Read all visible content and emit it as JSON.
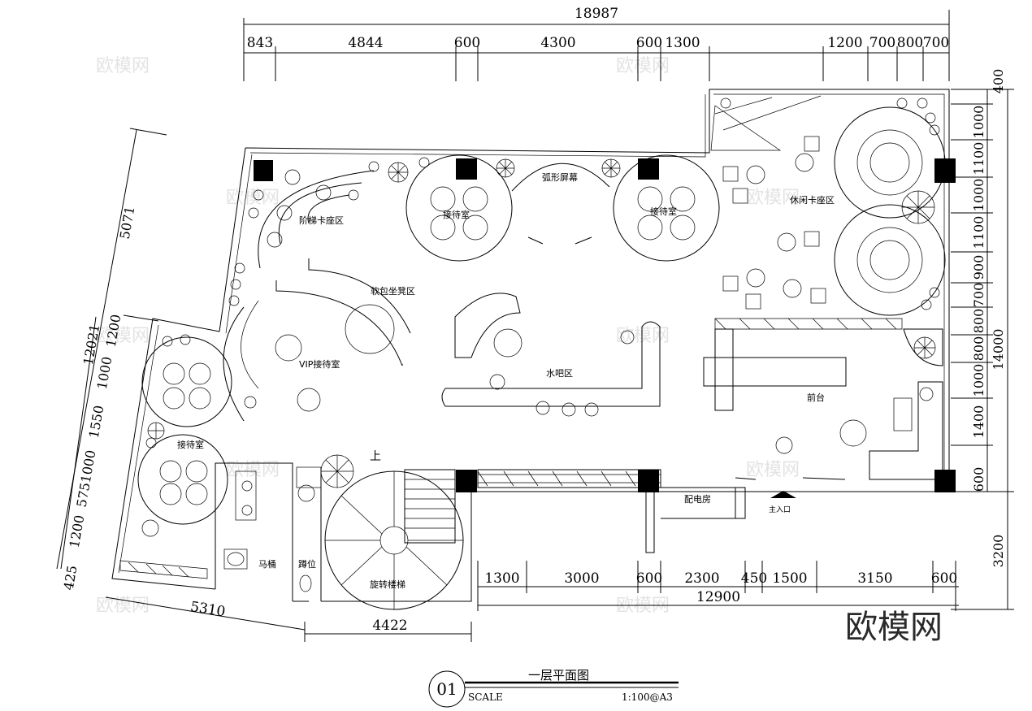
{
  "drawing": {
    "title": "一层平面图",
    "number": "01",
    "scale_label": "SCALE",
    "scale_value": "1:100@A3"
  },
  "brand": "欧模网",
  "watermark": "欧模网",
  "rooms": {
    "stair_booth": "阶梯卡座区",
    "reception_1": "接待室",
    "arc_screen": "弧形屏幕",
    "reception_2": "接待室",
    "leisure_booth": "休闲卡座区",
    "soft_seat": "软包坐凳区",
    "vip_reception": "VIP接待室",
    "water_bar": "水吧区",
    "front_desk": "前台",
    "reception_left": "接待室",
    "toilet": "马桶",
    "squat": "蹲位",
    "spiral_stair": "旋转楼梯",
    "power_room": "配电房",
    "main_entrance": "主入口",
    "up": "上"
  },
  "dimensions": {
    "top_total": "18987",
    "top_segments": [
      "843",
      "4844",
      "600",
      "4300",
      "600",
      "1300"
    ],
    "top_right_segments": [
      "1200",
      "700",
      "800",
      "700"
    ],
    "right_segments": [
      "400",
      "1000",
      "1100",
      "1000",
      "1100",
      "900",
      "700",
      "800",
      "800",
      "1000",
      "1400",
      "600"
    ],
    "right_total": "14000",
    "right_extra": "3200",
    "left_outer": [
      "5071",
      "12021"
    ],
    "left_segments": [
      "1200",
      "1000",
      "1550",
      "1000",
      "575",
      "1200",
      "425"
    ],
    "bottom_left": "5310",
    "bottom_stair": "4422",
    "bottom_right_segments": [
      "1300",
      "3000",
      "600",
      "2300",
      "450",
      "1500",
      "3150",
      "600"
    ],
    "bottom_right_total": "12900"
  }
}
